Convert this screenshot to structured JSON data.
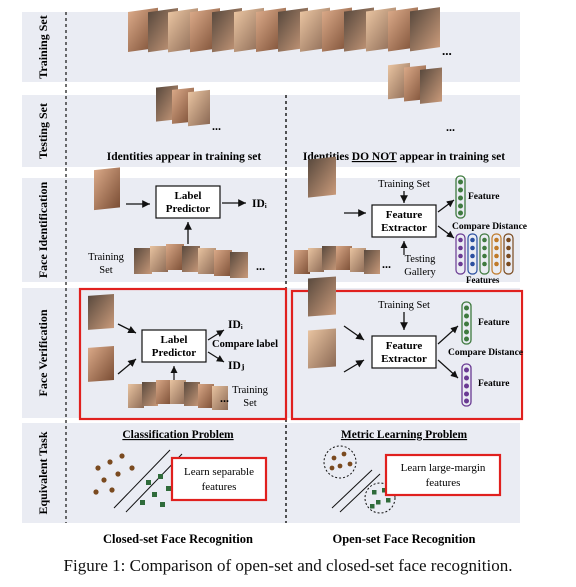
{
  "rows": {
    "training_set": "Training Set",
    "testing_set": "Testing Set",
    "face_identification": "Face Identification",
    "face_verification": "Face Verification",
    "equivalent_task": "Equivalent Task"
  },
  "testing": {
    "closed_label": "Identities appear in training set",
    "open_prefix": "Identities ",
    "open_emph": "DO NOT",
    "open_suffix": " appear in training set"
  },
  "identification": {
    "closed": {
      "predictor_line1": "Label",
      "predictor_line2": "Predictor",
      "output": "IDᵢ",
      "training_line1": "Training",
      "training_line2": "Set"
    },
    "open": {
      "training_set": "Training Set",
      "extractor_line1": "Feature",
      "extractor_line2": "Extractor",
      "feature": "Feature",
      "compare": "Compare Distance",
      "features": "Features",
      "gallery_line1": "Testing",
      "gallery_line2": "Gallery"
    }
  },
  "verification": {
    "closed": {
      "predictor_line1": "Label",
      "predictor_line2": "Predictor",
      "id_i": "IDᵢ",
      "id_j": "IDⱼ",
      "compare": "Compare label",
      "training_line1": "Training",
      "training_line2": "Set"
    },
    "open": {
      "training_set": "Training Set",
      "extractor_line1": "Feature",
      "extractor_line2": "Extractor",
      "feature_top": "Feature",
      "feature_bottom": "Feature",
      "compare": "Compare Distance"
    }
  },
  "equivalent": {
    "closed_title": "Classification Problem",
    "closed_box_line1": "Learn separable",
    "closed_box_line2": "features",
    "open_title": "Metric Learning Problem",
    "open_box_line1": "Learn large-margin",
    "open_box_line2": "features"
  },
  "footer": {
    "closed": "Closed-set Face Recognition",
    "open": "Open-set Face Recognition"
  },
  "caption": "Figure 1: Comparison of open-set and closed-set face recognition.",
  "ellipsis": "...",
  "colors": {
    "panel": "#eaecf3",
    "highlight": "#e0201e",
    "class_brown": "#7a4a1f",
    "class_green": "#2f6b3a",
    "feature_green": "#3f7a3f",
    "feature_purple": "#6a3a93",
    "feature_orange": "#c07a2a"
  }
}
